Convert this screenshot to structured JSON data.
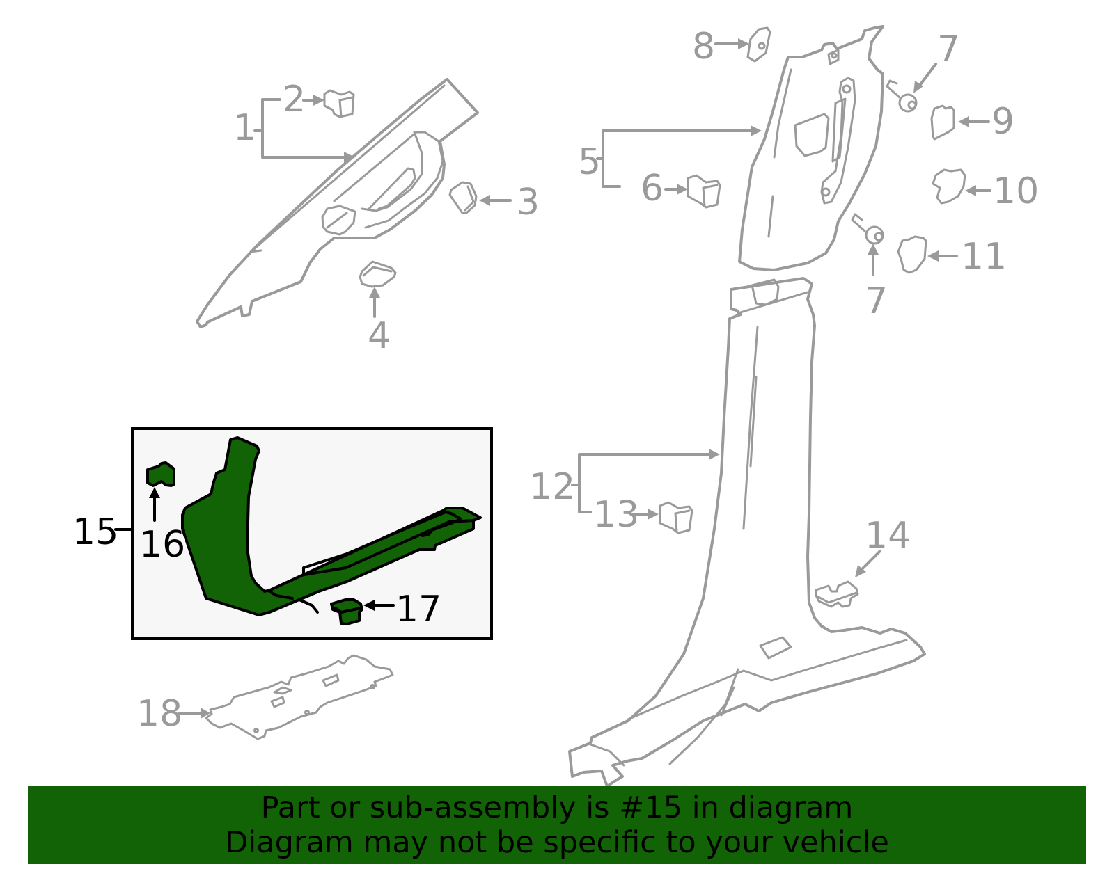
{
  "diagram": {
    "highlighted_part": "15",
    "colors": {
      "part_highlight": "#126306",
      "part_outline": "#9a9a9a",
      "highlight_box_bg": "#f7f7f7",
      "banner_bg": "#126306"
    },
    "callouts": [
      {
        "number": "1",
        "highlighted": false
      },
      {
        "number": "2",
        "highlighted": false
      },
      {
        "number": "3",
        "highlighted": false
      },
      {
        "number": "4",
        "highlighted": false
      },
      {
        "number": "5",
        "highlighted": false
      },
      {
        "number": "6",
        "highlighted": false
      },
      {
        "number": "7",
        "highlighted": false
      },
      {
        "number": "7",
        "highlighted": false
      },
      {
        "number": "8",
        "highlighted": false
      },
      {
        "number": "9",
        "highlighted": false
      },
      {
        "number": "10",
        "highlighted": false
      },
      {
        "number": "11",
        "highlighted": false
      },
      {
        "number": "12",
        "highlighted": false
      },
      {
        "number": "13",
        "highlighted": false
      },
      {
        "number": "14",
        "highlighted": false
      },
      {
        "number": "15",
        "highlighted": true
      },
      {
        "number": "16",
        "highlighted": true
      },
      {
        "number": "17",
        "highlighted": true
      },
      {
        "number": "18",
        "highlighted": false
      }
    ]
  },
  "banner": {
    "line1": "Part or sub-assembly is #15 in diagram",
    "line2": "Diagram may not be specific to your vehicle"
  }
}
